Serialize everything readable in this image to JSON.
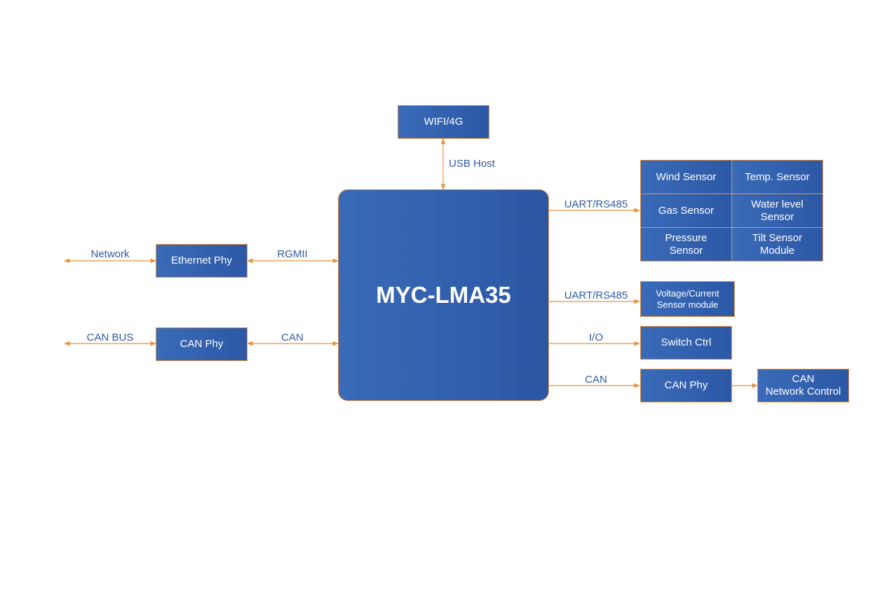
{
  "chip": {
    "name": "MYC-LMA35"
  },
  "top": {
    "module": "WIFI/4G",
    "link": "USB Host"
  },
  "left": {
    "ethernet": {
      "module": "Ethernet Phy",
      "link": "RGMII",
      "external": "Network"
    },
    "can": {
      "module": "CAN Phy",
      "link": "CAN",
      "external": "CAN BUS"
    }
  },
  "right": {
    "sensors_link": "UART/RS485",
    "sensors": [
      {
        "line1": "Wind Sensor",
        "line2": ""
      },
      {
        "line1": "Temp. Sensor",
        "line2": ""
      },
      {
        "line1": "Gas Sensor",
        "line2": ""
      },
      {
        "line1": "Water level",
        "line2": "Sensor"
      },
      {
        "line1": "Pressure",
        "line2": "Sensor"
      },
      {
        "line1": "Tilt Sensor",
        "line2": "Module"
      }
    ],
    "vc": {
      "link": "UART/RS485",
      "line1": "Voltage/Current",
      "line2": "Sensor module"
    },
    "switch": {
      "link": "I/O",
      "module": "Switch Ctrl"
    },
    "can": {
      "link": "CAN",
      "module": "CAN Phy",
      "target_line1": "CAN",
      "target_line2": "Network Control"
    }
  },
  "colors": {
    "box_fill": "#2f5ea9",
    "accent_line": "#e8913b",
    "label_text": "#2f5aa3"
  }
}
